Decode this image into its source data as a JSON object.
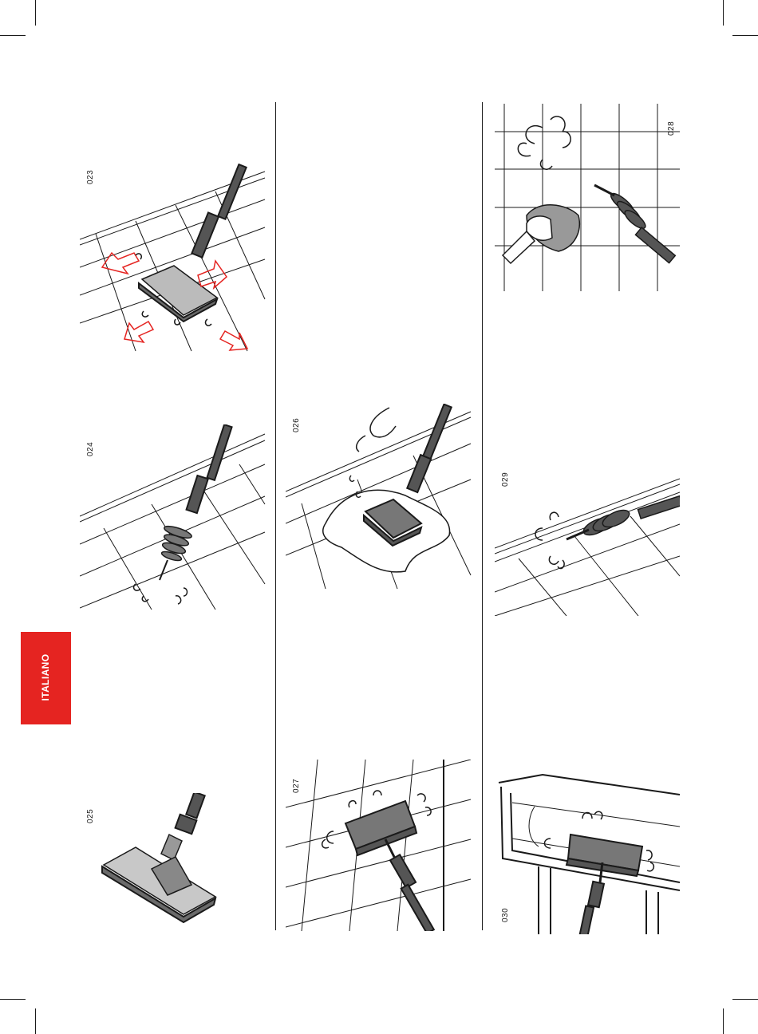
{
  "page": {
    "language_tab": "ITALIANO",
    "accent_color": "#e52421"
  },
  "figures": [
    {
      "id": "023",
      "icon": "floor-brush-cleaning-arrows-icon"
    },
    {
      "id": "024",
      "icon": "brush-nozzle-floor-icon"
    },
    {
      "id": "025",
      "icon": "floor-brush-head-icon"
    },
    {
      "id": "026",
      "icon": "floor-brush-cloth-icon"
    },
    {
      "id": "027",
      "icon": "brush-wall-tiles-icon"
    },
    {
      "id": "028",
      "icon": "nozzle-tiles-cloth-icon"
    },
    {
      "id": "029",
      "icon": "nozzle-skirting-icon"
    },
    {
      "id": "030",
      "icon": "brush-radiator-icon"
    }
  ]
}
